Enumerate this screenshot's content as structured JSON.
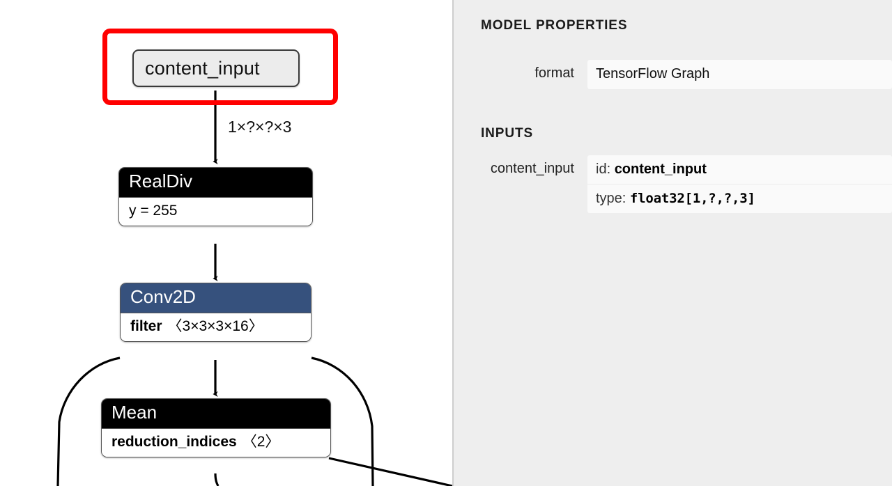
{
  "graph": {
    "background": "#ffffff",
    "selection_color": "#ff0000",
    "nodes": [
      {
        "id": "content_input",
        "kind": "input",
        "label": "content_input",
        "selected": true,
        "fill": "#ececec"
      },
      {
        "id": "realdiv",
        "kind": "operator",
        "header": "RealDiv",
        "header_color": "#000000",
        "attr_name": "y = 255",
        "attr_value": ""
      },
      {
        "id": "conv2d",
        "kind": "operator",
        "header": "Conv2D",
        "header_color": "#36517d",
        "attr_name": "filter",
        "attr_value": "〈3×3×3×16〉"
      },
      {
        "id": "mean",
        "kind": "operator",
        "header": "Mean",
        "header_color": "#000000",
        "attr_name": "reduction_indices",
        "attr_value": "〈2〉"
      }
    ],
    "edge_labels": [
      {
        "id": "edge-content-realdiv",
        "text": "1×?×?×3"
      }
    ]
  },
  "sidebar": {
    "model_properties_title": "MODEL PROPERTIES",
    "inputs_title": "INPUTS",
    "properties": [
      {
        "label": "format",
        "value": "TensorFlow Graph"
      }
    ],
    "inputs": [
      {
        "label": "content_input",
        "rows": [
          {
            "key": "id:",
            "value": "content_input",
            "mono": false
          },
          {
            "key": "type:",
            "value": "float32[1,?,?,3]",
            "mono": true
          }
        ]
      }
    ]
  }
}
